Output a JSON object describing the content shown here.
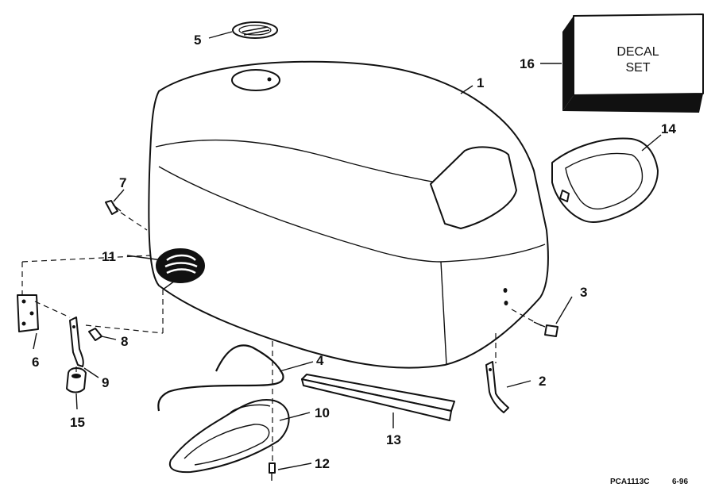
{
  "callouts": {
    "c1": "1",
    "c2": "2",
    "c3": "3",
    "c4": "4",
    "c5": "5",
    "c6": "6",
    "c7": "7",
    "c8": "8",
    "c9": "9",
    "c10": "10",
    "c11": "11",
    "c12": "12",
    "c13": "13",
    "c14": "14",
    "c15": "15",
    "c16": "16"
  },
  "decal": {
    "line1": "DECAL",
    "line2": "SET"
  },
  "footer": {
    "code": "PCA1113C",
    "date": "6-96"
  }
}
